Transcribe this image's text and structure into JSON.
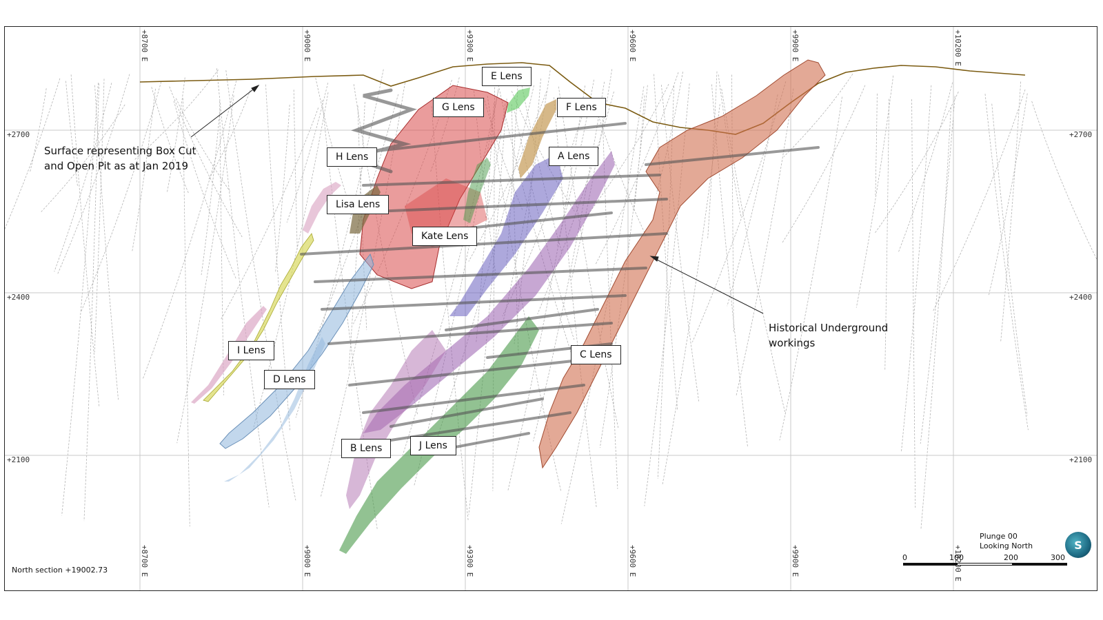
{
  "section": {
    "label": "North section +19002.73",
    "plunge": "Plunge 00",
    "view": "Looking North"
  },
  "grid": {
    "eastings": [
      "+8700 E",
      "+9000 E",
      "+9300 E",
      "+9600 E",
      "+9900 E",
      "+10200 E"
    ],
    "elevations": [
      "+2700",
      "+2400",
      "+2100"
    ]
  },
  "lenses": {
    "e": "E Lens",
    "g": "G Lens",
    "f": "F Lens",
    "h": "H Lens",
    "a": "A Lens",
    "lisa": "Lisa Lens",
    "kate": "Kate Lens",
    "i": "I Lens",
    "d": "D Lens",
    "c": "C Lens",
    "b": "B Lens",
    "j": "J Lens"
  },
  "annotations": {
    "surface_line1": "Surface representing Box Cut",
    "surface_line2": "and Open Pit as at Jan 2019",
    "historical_line1": "Historical Underground",
    "historical_line2": "workings"
  },
  "scale_bar": {
    "ticks": [
      "0",
      "100",
      "200",
      "300"
    ]
  },
  "compass_icon": "globe-icon",
  "colors": {
    "surface": "#7a5a10",
    "red_lens": "#d94a4a",
    "pink_lens": "#d8a0c0",
    "yellow_lens": "#d8d860",
    "blue_lens": "#8fb6dc",
    "purple_lens": "#9050a8",
    "violet_lens": "#6a60c0",
    "green_lens": "#4a9a4a",
    "orange_lens": "#d07050",
    "tan_lens": "#c8a060",
    "olive_lens": "#7a6a40"
  }
}
